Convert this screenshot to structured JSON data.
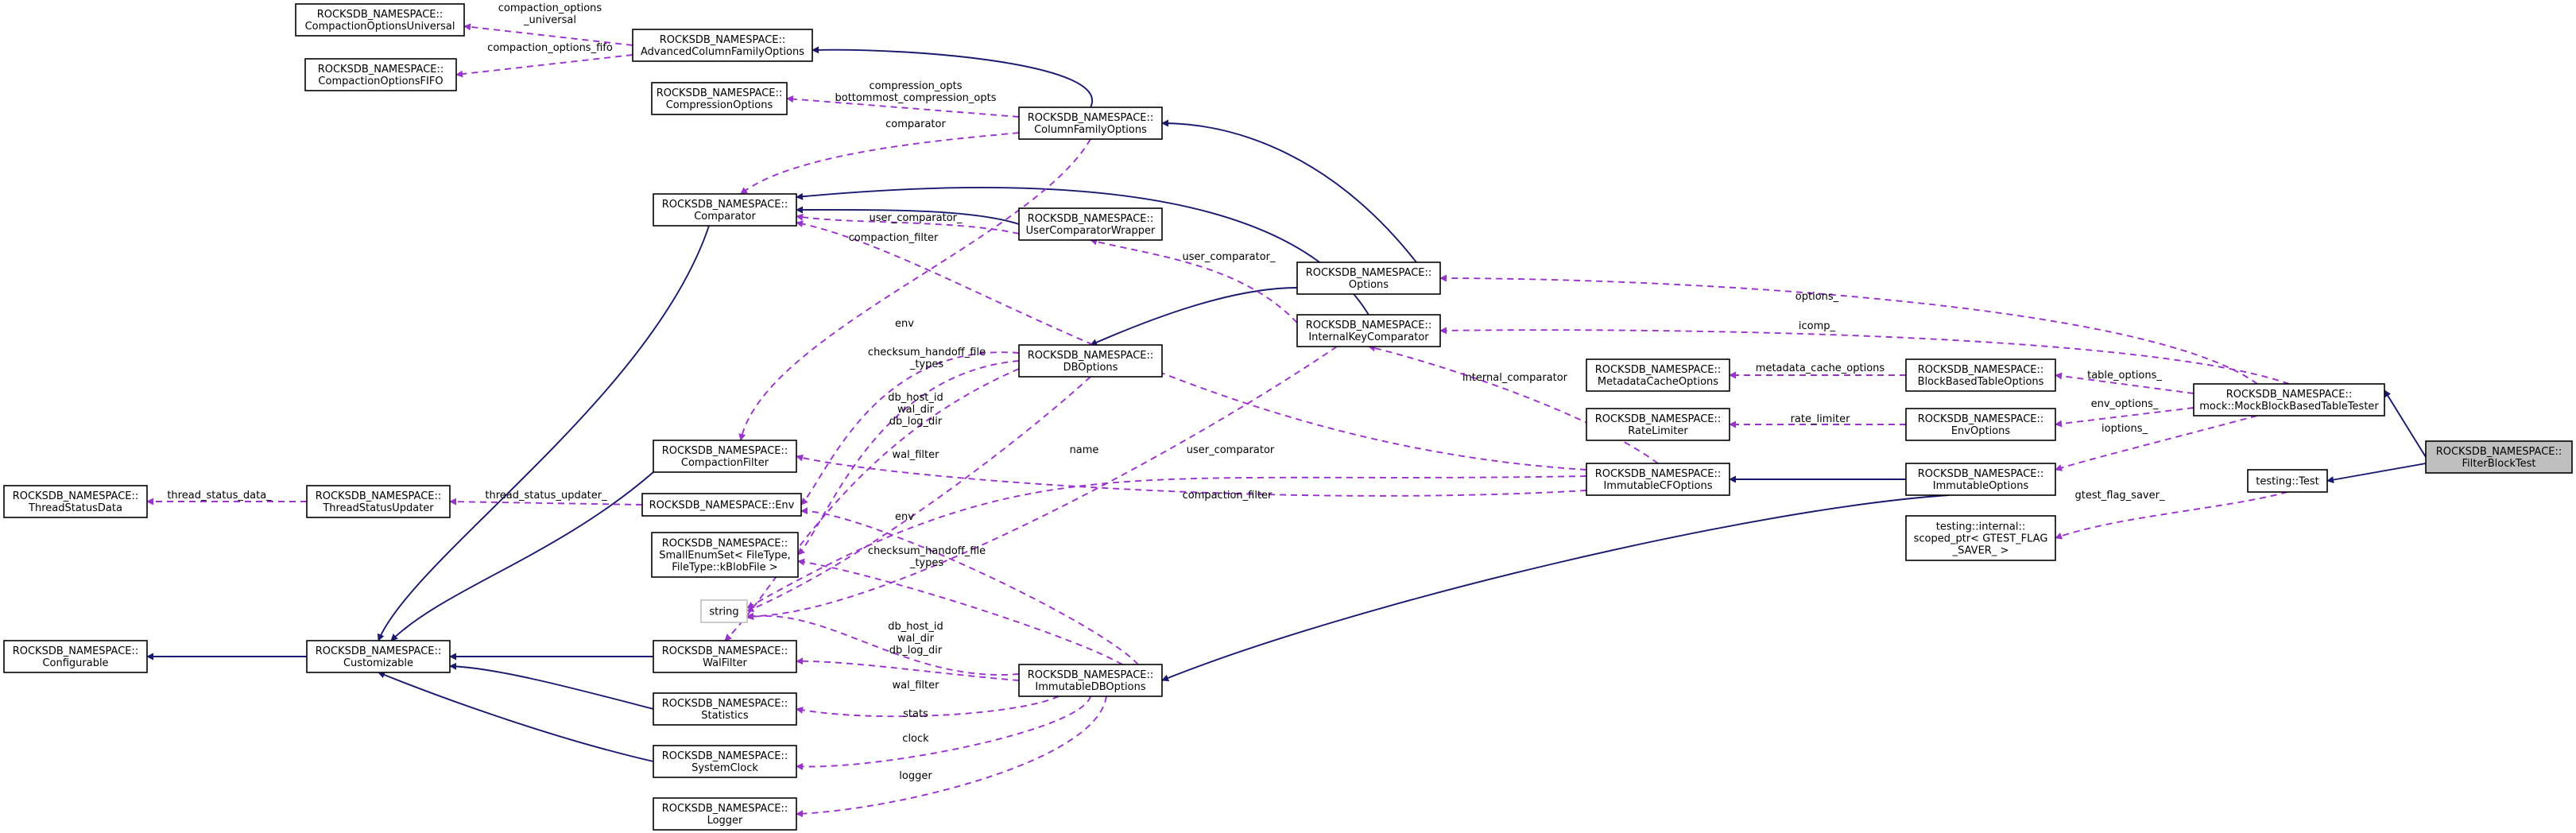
{
  "nodes": [
    {
      "id": "cou",
      "lines": [
        "ROCKSDB_NAMESPACE::",
        "CompactionOptionsUniversal"
      ],
      "style": "normal"
    },
    {
      "id": "cof",
      "lines": [
        "ROCKSDB_NAMESPACE::",
        "CompactionOptionsFIFO"
      ],
      "style": "normal"
    },
    {
      "id": "acfo",
      "lines": [
        "ROCKSDB_NAMESPACE::",
        "AdvancedColumnFamilyOptions"
      ],
      "style": "normal"
    },
    {
      "id": "co",
      "lines": [
        "ROCKSDB_NAMESPACE::",
        "CompressionOptions"
      ],
      "style": "normal"
    },
    {
      "id": "cfo",
      "lines": [
        "ROCKSDB_NAMESPACE::",
        "ColumnFamilyOptions"
      ],
      "style": "normal"
    },
    {
      "id": "cmp",
      "lines": [
        "ROCKSDB_NAMESPACE::",
        "Comparator"
      ],
      "style": "normal"
    },
    {
      "id": "ucw",
      "lines": [
        "ROCKSDB_NAMESPACE::",
        "UserComparatorWrapper"
      ],
      "style": "normal"
    },
    {
      "id": "opt",
      "lines": [
        "ROCKSDB_NAMESPACE::",
        "Options"
      ],
      "style": "normal"
    },
    {
      "id": "ikc",
      "lines": [
        "ROCKSDB_NAMESPACE::",
        "InternalKeyComparator"
      ],
      "style": "normal"
    },
    {
      "id": "dbo",
      "lines": [
        "ROCKSDB_NAMESPACE::",
        "DBOptions"
      ],
      "style": "normal"
    },
    {
      "id": "mco",
      "lines": [
        "ROCKSDB_NAMESPACE::",
        "MetadataCacheOptions"
      ],
      "style": "normal"
    },
    {
      "id": "bbto",
      "lines": [
        "ROCKSDB_NAMESPACE::",
        "BlockBasedTableOptions"
      ],
      "style": "normal"
    },
    {
      "id": "mbbt",
      "lines": [
        "ROCKSDB_NAMESPACE::",
        "mock::MockBlockBasedTableTester"
      ],
      "style": "normal"
    },
    {
      "id": "rl",
      "lines": [
        "ROCKSDB_NAMESPACE::",
        "RateLimiter"
      ],
      "style": "normal"
    },
    {
      "id": "envo",
      "lines": [
        "ROCKSDB_NAMESPACE::",
        "EnvOptions"
      ],
      "style": "normal"
    },
    {
      "id": "cf",
      "lines": [
        "ROCKSDB_NAMESPACE::",
        "CompactionFilter"
      ],
      "style": "normal"
    },
    {
      "id": "icfo",
      "lines": [
        "ROCKSDB_NAMESPACE::",
        "ImmutableCFOptions"
      ],
      "style": "normal"
    },
    {
      "id": "io",
      "lines": [
        "ROCKSDB_NAMESPACE::",
        "ImmutableOptions"
      ],
      "style": "normal"
    },
    {
      "id": "fbt",
      "lines": [
        "ROCKSDB_NAMESPACE::",
        "FilterBlockTest"
      ],
      "style": "focus"
    },
    {
      "id": "tt",
      "lines": [
        "testing::Test"
      ],
      "style": "normal"
    },
    {
      "id": "tsd",
      "lines": [
        "ROCKSDB_NAMESPACE::",
        "ThreadStatusData"
      ],
      "style": "normal"
    },
    {
      "id": "tsu",
      "lines": [
        "ROCKSDB_NAMESPACE::",
        "ThreadStatusUpdater"
      ],
      "style": "normal"
    },
    {
      "id": "env",
      "lines": [
        "ROCKSDB_NAMESPACE::Env"
      ],
      "style": "normal"
    },
    {
      "id": "ses",
      "lines": [
        "ROCKSDB_NAMESPACE::",
        "SmallEnumSet< FileType,",
        "FileType::kBlobFile >"
      ],
      "style": "normal"
    },
    {
      "id": "sp",
      "lines": [
        "testing::internal::",
        "scoped_ptr< GTEST_FLAG",
        "_SAVER_ >"
      ],
      "style": "normal"
    },
    {
      "id": "str",
      "lines": [
        "string"
      ],
      "style": "grey"
    },
    {
      "id": "cfg",
      "lines": [
        "ROCKSDB_NAMESPACE::",
        "Configurable"
      ],
      "style": "normal"
    },
    {
      "id": "cust",
      "lines": [
        "ROCKSDB_NAMESPACE::",
        "Customizable"
      ],
      "style": "normal"
    },
    {
      "id": "wf",
      "lines": [
        "ROCKSDB_NAMESPACE::",
        "WalFilter"
      ],
      "style": "normal"
    },
    {
      "id": "idbo",
      "lines": [
        "ROCKSDB_NAMESPACE::",
        "ImmutableDBOptions"
      ],
      "style": "normal"
    },
    {
      "id": "stat",
      "lines": [
        "ROCKSDB_NAMESPACE::",
        "Statistics"
      ],
      "style": "normal"
    },
    {
      "id": "sc",
      "lines": [
        "ROCKSDB_NAMESPACE::",
        "SystemClock"
      ],
      "style": "normal"
    },
    {
      "id": "log",
      "lines": [
        "ROCKSDB_NAMESPACE::",
        "Logger"
      ],
      "style": "normal"
    }
  ],
  "edges": [
    {
      "from": "fbt",
      "to": "mbbt",
      "kind": "inherit"
    },
    {
      "from": "fbt",
      "to": "tt",
      "kind": "inherit"
    },
    {
      "from": "cfo",
      "to": "acfo",
      "kind": "inherit"
    },
    {
      "from": "opt",
      "to": "cfo",
      "kind": "inherit"
    },
    {
      "from": "opt",
      "to": "dbo",
      "kind": "inherit"
    },
    {
      "from": "ikc",
      "to": "cmp",
      "kind": "inherit"
    },
    {
      "from": "ucw",
      "to": "cmp",
      "kind": "inherit"
    },
    {
      "from": "io",
      "to": "icfo",
      "kind": "inherit"
    },
    {
      "from": "io",
      "to": "idbo",
      "kind": "inherit"
    },
    {
      "from": "cust",
      "to": "cfg",
      "kind": "inherit"
    },
    {
      "from": "cmp",
      "to": "cust",
      "kind": "inherit"
    },
    {
      "from": "cf",
      "to": "cust",
      "kind": "inherit"
    },
    {
      "from": "wf",
      "to": "cust",
      "kind": "inherit"
    },
    {
      "from": "stat",
      "to": "cust",
      "kind": "inherit"
    },
    {
      "from": "sc",
      "to": "cust",
      "kind": "inherit"
    },
    {
      "from": "acfo",
      "to": "cou",
      "kind": "use",
      "label": [
        "compaction_options",
        "_universal"
      ]
    },
    {
      "from": "acfo",
      "to": "cof",
      "kind": "use",
      "label": [
        "compaction_options_fifo"
      ]
    },
    {
      "from": "cfo",
      "to": "co",
      "kind": "use",
      "label": [
        "compression_opts",
        "bottommost_compression_opts"
      ]
    },
    {
      "from": "cfo",
      "to": "cmp",
      "kind": "use",
      "label": [
        "comparator"
      ]
    },
    {
      "from": "cfo",
      "to": "cf",
      "kind": "use",
      "label": []
    },
    {
      "from": "ucw",
      "to": "cmp",
      "kind": "use",
      "label": [
        "user_comparator_"
      ]
    },
    {
      "from": "icfo",
      "to": "cmp",
      "kind": "use",
      "label": [
        "compaction_filter"
      ]
    },
    {
      "from": "ikc",
      "to": "ucw",
      "kind": "use",
      "label": [
        "user_comparator_"
      ]
    },
    {
      "from": "mbbt",
      "to": "opt",
      "kind": "use",
      "label": [
        "options_"
      ]
    },
    {
      "from": "mbbt",
      "to": "ikc",
      "kind": "use",
      "label": [
        "icomp_"
      ]
    },
    {
      "from": "mbbt",
      "to": "bbto",
      "kind": "use",
      "label": [
        "table_options_"
      ]
    },
    {
      "from": "mbbt",
      "to": "envo",
      "kind": "use",
      "label": [
        "env_options_"
      ]
    },
    {
      "from": "mbbt",
      "to": "io",
      "kind": "use",
      "label": [
        "ioptions_"
      ]
    },
    {
      "from": "bbto",
      "to": "mco",
      "kind": "use",
      "label": [
        "metadata_cache_options"
      ]
    },
    {
      "from": "envo",
      "to": "rl",
      "kind": "use",
      "label": [
        "rate_limiter"
      ]
    },
    {
      "from": "icfo",
      "to": "ikc",
      "kind": "use",
      "label": [
        "internal_comparator"
      ]
    },
    {
      "from": "icfo",
      "to": "cf",
      "kind": "use",
      "label": [
        "compaction_filter"
      ]
    },
    {
      "from": "icfo",
      "to": "str",
      "kind": "use",
      "label": [
        "name"
      ]
    },
    {
      "from": "ikc",
      "to": "str",
      "kind": "use",
      "label": [
        "user_comparator"
      ]
    },
    {
      "from": "tt",
      "to": "sp",
      "kind": "use",
      "label": [
        "gtest_flag_saver_"
      ]
    },
    {
      "from": "tsu",
      "to": "tsd",
      "kind": "use",
      "label": [
        "thread_status_data_"
      ]
    },
    {
      "from": "env",
      "to": "tsu",
      "kind": "use",
      "label": [
        "thread_status_updater_"
      ]
    },
    {
      "from": "dbo",
      "to": "env",
      "kind": "use",
      "label": [
        "env"
      ]
    },
    {
      "from": "dbo",
      "to": "ses",
      "kind": "use",
      "label": [
        "checksum_handoff_file",
        "_types"
      ]
    },
    {
      "from": "dbo",
      "to": "str",
      "kind": "use",
      "label": [
        "db_host_id",
        "wal_dir",
        "db_log_dir"
      ]
    },
    {
      "from": "dbo",
      "to": "wf",
      "kind": "use",
      "label": [
        "wal_filter"
      ]
    },
    {
      "from": "idbo",
      "to": "env",
      "kind": "use",
      "label": [
        "env"
      ]
    },
    {
      "from": "idbo",
      "to": "ses",
      "kind": "use",
      "label": [
        "checksum_handoff_file",
        "_types"
      ]
    },
    {
      "from": "idbo",
      "to": "str",
      "kind": "use",
      "label": [
        "db_host_id",
        "wal_dir",
        "db_log_dir"
      ]
    },
    {
      "from": "idbo",
      "to": "wf",
      "kind": "use",
      "label": [
        "wal_filter"
      ]
    },
    {
      "from": "idbo",
      "to": "stat",
      "kind": "use",
      "label": [
        "stats"
      ]
    },
    {
      "from": "idbo",
      "to": "sc",
      "kind": "use",
      "label": [
        "clock"
      ]
    },
    {
      "from": "idbo",
      "to": "log",
      "kind": "use",
      "label": [
        "logger"
      ]
    }
  ]
}
